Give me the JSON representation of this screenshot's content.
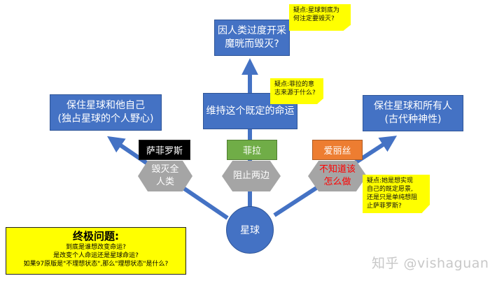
{
  "colors": {
    "blue": "#4472C4",
    "arrow": "#4472C4",
    "black_tag": "#000000",
    "green_tag": "#70AD47",
    "orange_tag": "#ED7D31",
    "hex_gray": "#A5A5A5",
    "note_yellow": "#FFFF00",
    "alert_red": "#FF0000"
  },
  "nodes": {
    "top": "因人类过度开采\n魔晄而毁灭?",
    "middle": "维持这个既定的命运",
    "left": "保住星球和他自己\n(独占星球的个人野心)",
    "right": "保住星球和所有人\n(古代种神性)",
    "planet": "星球"
  },
  "characters": {
    "sephiroth": {
      "name": "萨菲罗斯",
      "action": "毁灭全\n人类"
    },
    "fate": {
      "name": "菲拉",
      "action": "阻止两边"
    },
    "aerith": {
      "name": "爱丽丝",
      "action": "不知道该\n怎么做"
    }
  },
  "notes": {
    "top": "疑点:星球到底为\n何注定要毁灭?",
    "middle": "疑点:菲拉的意\n志来源于什么?",
    "right": "疑点:她是想实现\n自己的既定愿景,\n还是只是单纯想阻\n止萨菲罗斯?"
  },
  "final_question": {
    "title": "终极问题:",
    "lines": [
      "到底是谁想改变命运?",
      "是改变个人命运还是星球命运?",
      "如果97原版是\"不理想状态\",那么\"理想状态\"是什么?"
    ]
  },
  "watermark": "知乎 @vishaguan"
}
